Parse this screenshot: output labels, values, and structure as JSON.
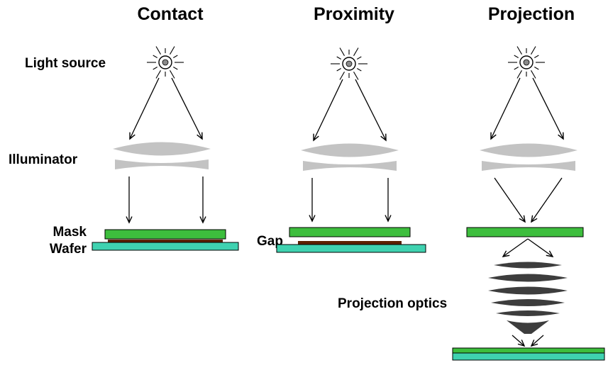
{
  "titles": {
    "contact": "Contact",
    "proximity": "Proximity",
    "projection": "Projection"
  },
  "labels": {
    "light_source": "Light source",
    "illuminator": "Illuminator",
    "mask": "Mask",
    "wafer": "Wafer",
    "gap": "Gap",
    "projection_optics": "Projection optics"
  },
  "colors": {
    "mask_green": "#3dbe3d",
    "wafer_teal": "#3fd2b0",
    "resist_dark": "#5d2000",
    "lens_gray": "#c3c3c3",
    "optics_dark": "#3d3d3d",
    "light_dot_gray": "#8a8a8a",
    "text": "#000000",
    "background": "#ffffff"
  }
}
